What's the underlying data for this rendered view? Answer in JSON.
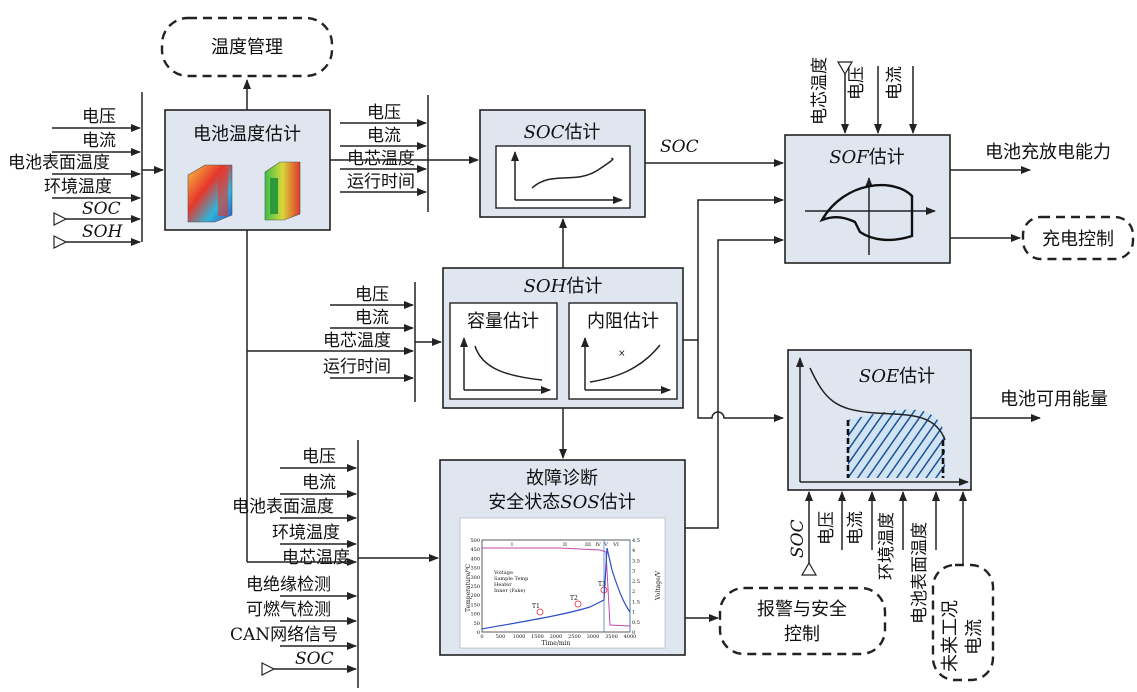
{
  "labels": {
    "temp_mgmt": "温度管理",
    "temp_est": "电池温度估计",
    "soc_est": "SOC估计",
    "soc_est_prefix": "SOC",
    "soc_est_suffix": "估计",
    "soc_out": "SOC",
    "soh_est_prefix": "SOH",
    "soh_est_suffix": "估计",
    "cap_est": "容量估计",
    "res_est": "内阻估计",
    "sof_est_prefix": "SOF",
    "sof_est_suffix": "估计",
    "soe_est_prefix": "SOE",
    "soe_est_suffix": "估计",
    "fault_line1": "故障诊断",
    "fault_line2_prefix": "安全状态",
    "fault_line2_it": "SOS",
    "fault_line2_suffix": "估计",
    "charge_ability": "电池充放电能力",
    "charge_ctrl": "充电控制",
    "avail_energy": "电池可用能量",
    "alarm_line1": "报警与安全",
    "alarm_line2": "控制",
    "future_line1": "未来工况",
    "future_line2": "电流"
  },
  "temp_inputs": [
    "电压",
    "电流",
    "电池表面温度",
    "环境温度",
    "SOC",
    "SOH"
  ],
  "soc_inputs": [
    "电压",
    "电流",
    "电芯温度",
    "运行时间"
  ],
  "soh_inputs": [
    "电压",
    "电流",
    "电芯温度",
    "运行时间"
  ],
  "fault_inputs": [
    "电压",
    "电流",
    "电池表面温度",
    "环境温度",
    "电芯温度",
    "电绝缘检测",
    "可燃气检测",
    "CAN网络信号",
    "SOC"
  ],
  "sof_inputs": [
    "电芯温度",
    "电压",
    "电流"
  ],
  "soe_inputs": [
    "SOC",
    "电压",
    "电流",
    "环境温度",
    "电池表面温度"
  ],
  "sos_chart": {
    "xlabel": "Time/min",
    "ylabel_left": "Temperature/℃",
    "ylabel_right": "Voltage/V",
    "x_ticks": [
      "0",
      "500",
      "1000",
      "1500",
      "2000",
      "2500",
      "3000",
      "3500",
      "4000"
    ],
    "y_ticks": [
      "0",
      "50",
      "100",
      "150",
      "200",
      "250",
      "300",
      "350",
      "400",
      "450",
      "500"
    ],
    "y2_ticks": [
      "0",
      "0.5",
      "1",
      "1.5",
      "2",
      "2.5",
      "3",
      "3.5",
      "4",
      "4.5"
    ],
    "stages": [
      "I",
      "II",
      "III",
      "IV",
      "V",
      "VI"
    ],
    "legend": [
      "Voltage",
      "Sample Temp",
      "Heater",
      "Inner (Fake)"
    ],
    "points": [
      "T1",
      "T2",
      "T3"
    ]
  }
}
